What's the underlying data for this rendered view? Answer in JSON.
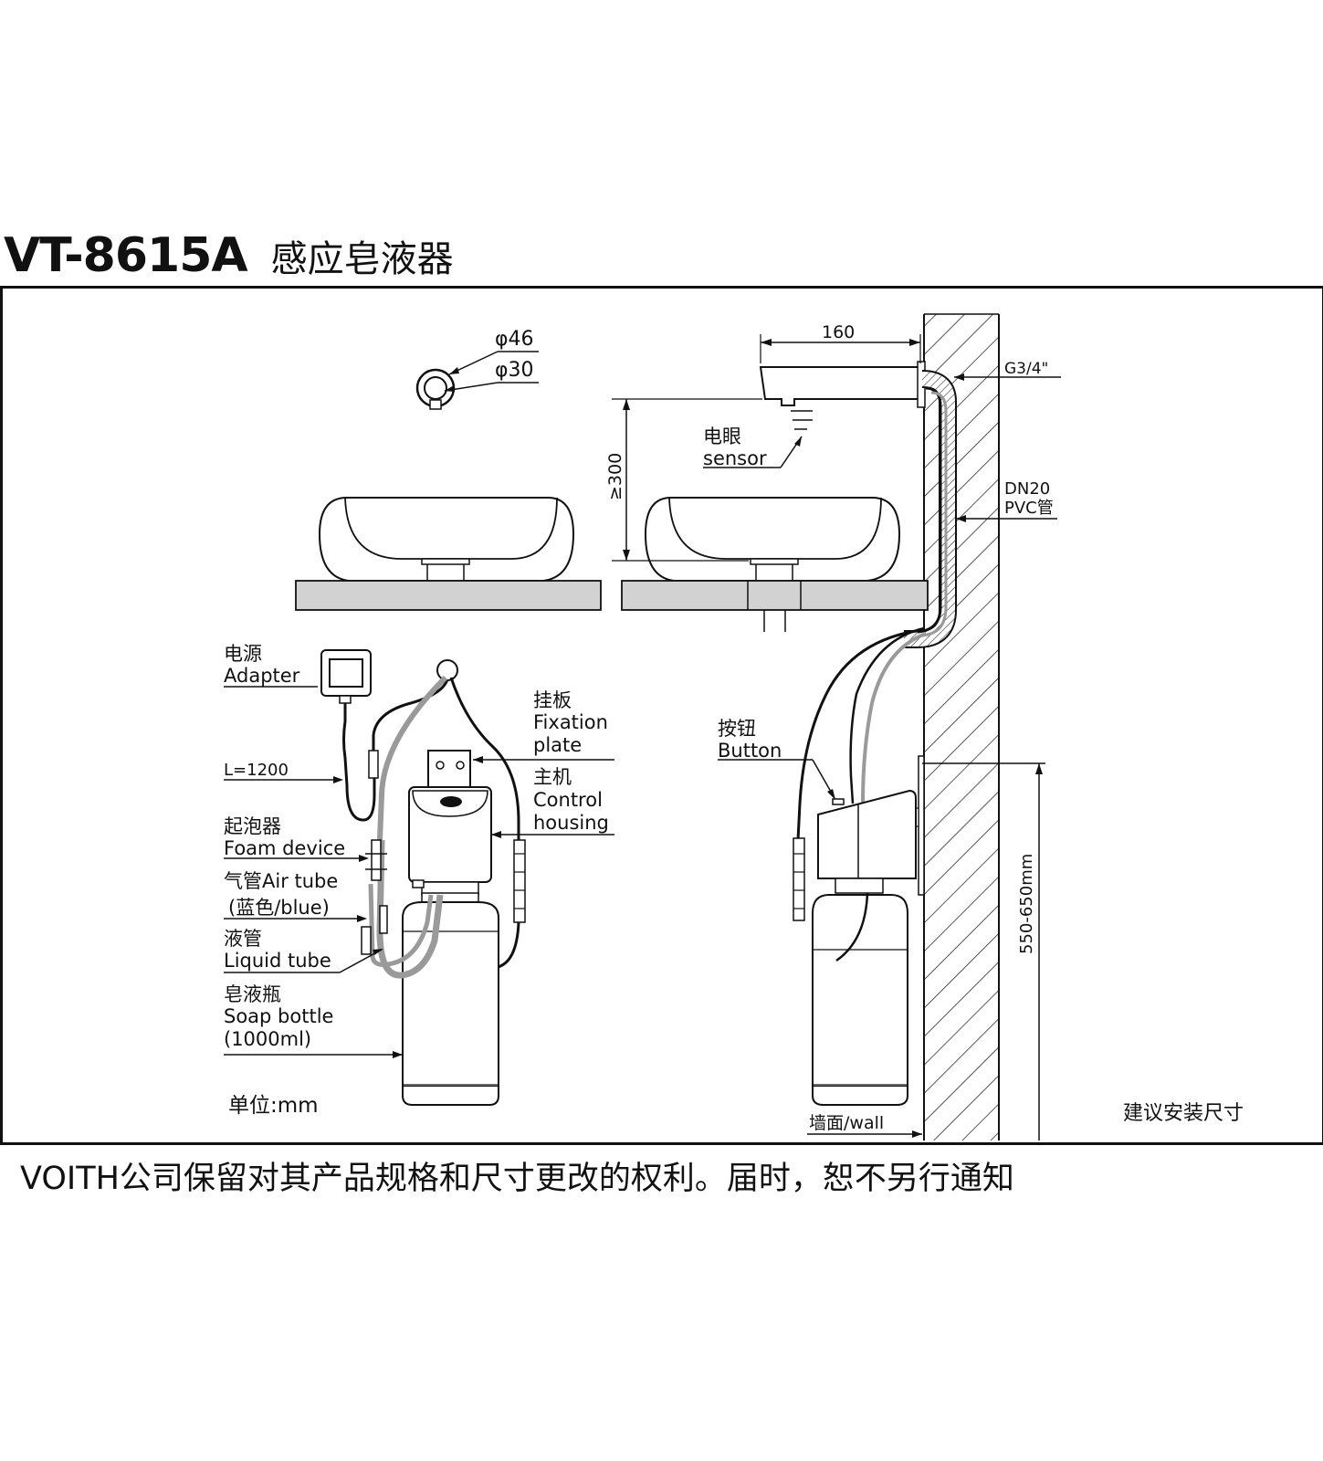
{
  "header": {
    "model": "VT-8615A",
    "product_name": "感应皂液器"
  },
  "front_view": {
    "ring_outer_label": "φ46",
    "ring_inner_label": "φ30"
  },
  "side_view": {
    "spout_length_label": "160",
    "thread_label": "G3/4\"",
    "height_label": "≥300",
    "sensor_label_cn": "电眼",
    "sensor_label_en": "sensor",
    "pipe_label_line1": "DN20",
    "pipe_label_line2": "PVC管",
    "button_label_cn": "按钮",
    "button_label_en": "Button",
    "install_height_label": "550-650mm",
    "wall_label": "墙面/wall",
    "recommend_label": "建议安装尺寸"
  },
  "callouts": {
    "adapter_cn": "电源",
    "adapter_en": "Adapter",
    "cable_length": "L=1200",
    "foam_cn": "起泡器",
    "foam_en": "Foam device",
    "air_tube": "气管Air tube",
    "air_tube_color": "(蓝色/blue)",
    "liquid_cn": "液管",
    "liquid_en": "Liquid tube",
    "bottle_cn": "皂液瓶",
    "bottle_en": "Soap bottle",
    "bottle_capacity": "(1000ml)",
    "plate_cn": "挂板",
    "plate_en1": "Fixation",
    "plate_en2": "plate",
    "control_cn": "主机",
    "control_en1": "Control",
    "control_en2": "housing",
    "unit_label": "单位:mm"
  },
  "footer": {
    "disclaimer": "VOITH公司保留对其产品规格和尺寸更改的权利。届时，恕不另行通知"
  },
  "colors": {
    "line": "#111111",
    "countertop": "#d2d2d2",
    "tube_gray": "#9a9a9a"
  }
}
